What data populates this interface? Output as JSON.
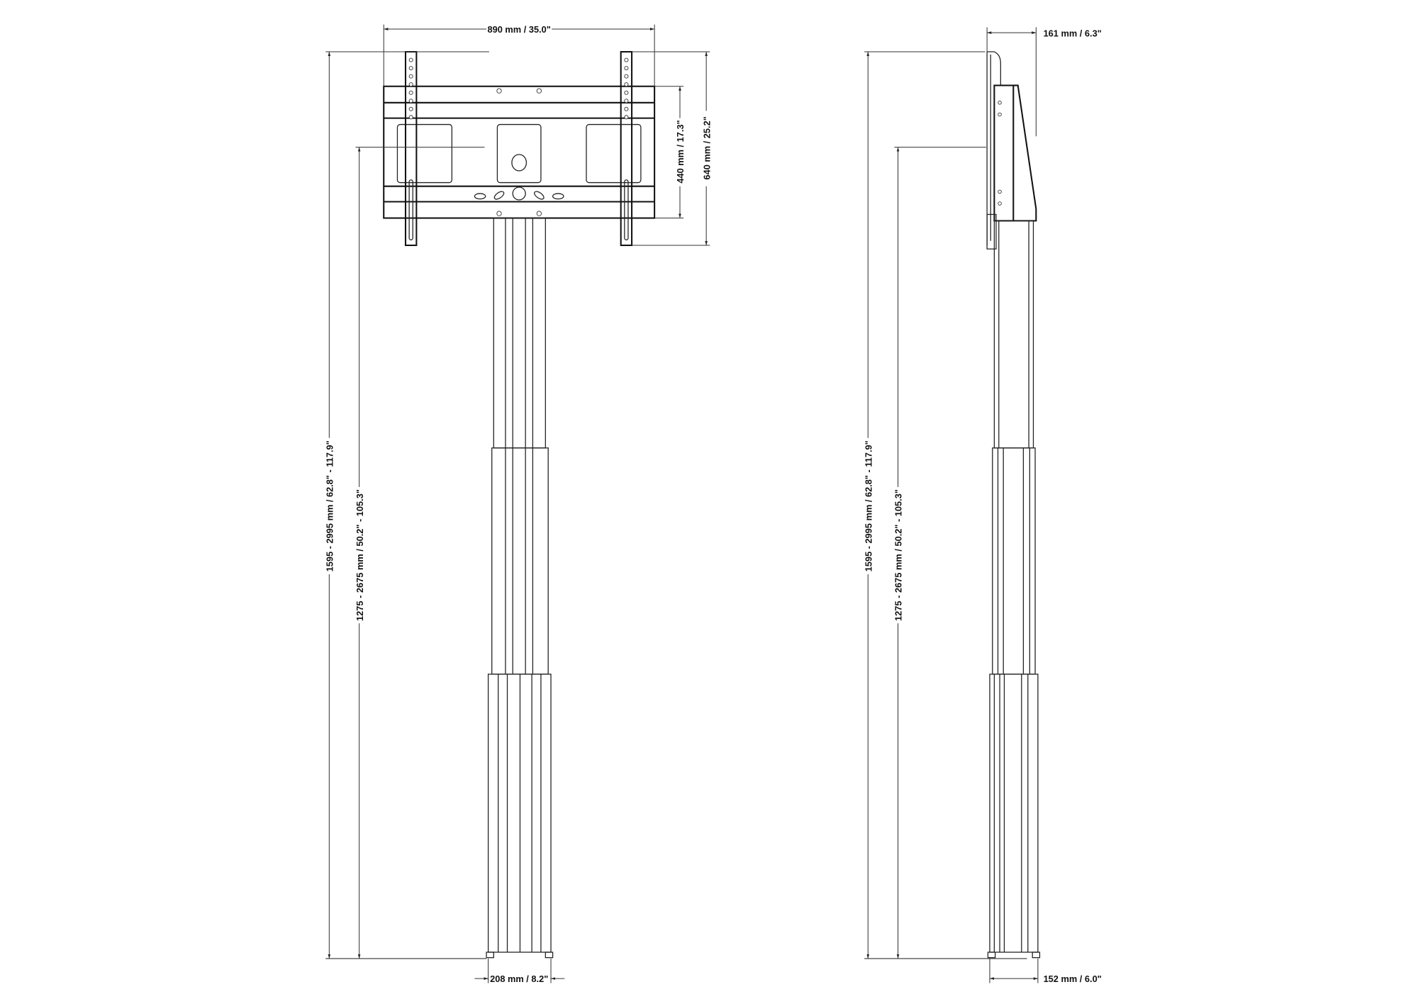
{
  "front_view": {
    "width_label": "890 mm / 35.0\"",
    "vesa_height_label": "440 mm / 17.3\"",
    "bracket_height_label": "640 mm / 25.2\"",
    "total_height_label": "1595 - 2995 mm / 62.8\" - 117.9\"",
    "center_height_label": "1275 - 2675 mm / 50.2\" - 105.3\"",
    "base_width_label": "208 mm / 8.2\""
  },
  "side_view": {
    "depth_label": "161 mm / 6.3\"",
    "total_height_label": "1595 - 2995 mm / 62.8\" - 117.9\"",
    "center_height_label": "1275 - 2675 mm / 50.2\" - 105.3\"",
    "base_depth_label": "152 mm / 6.0\""
  }
}
